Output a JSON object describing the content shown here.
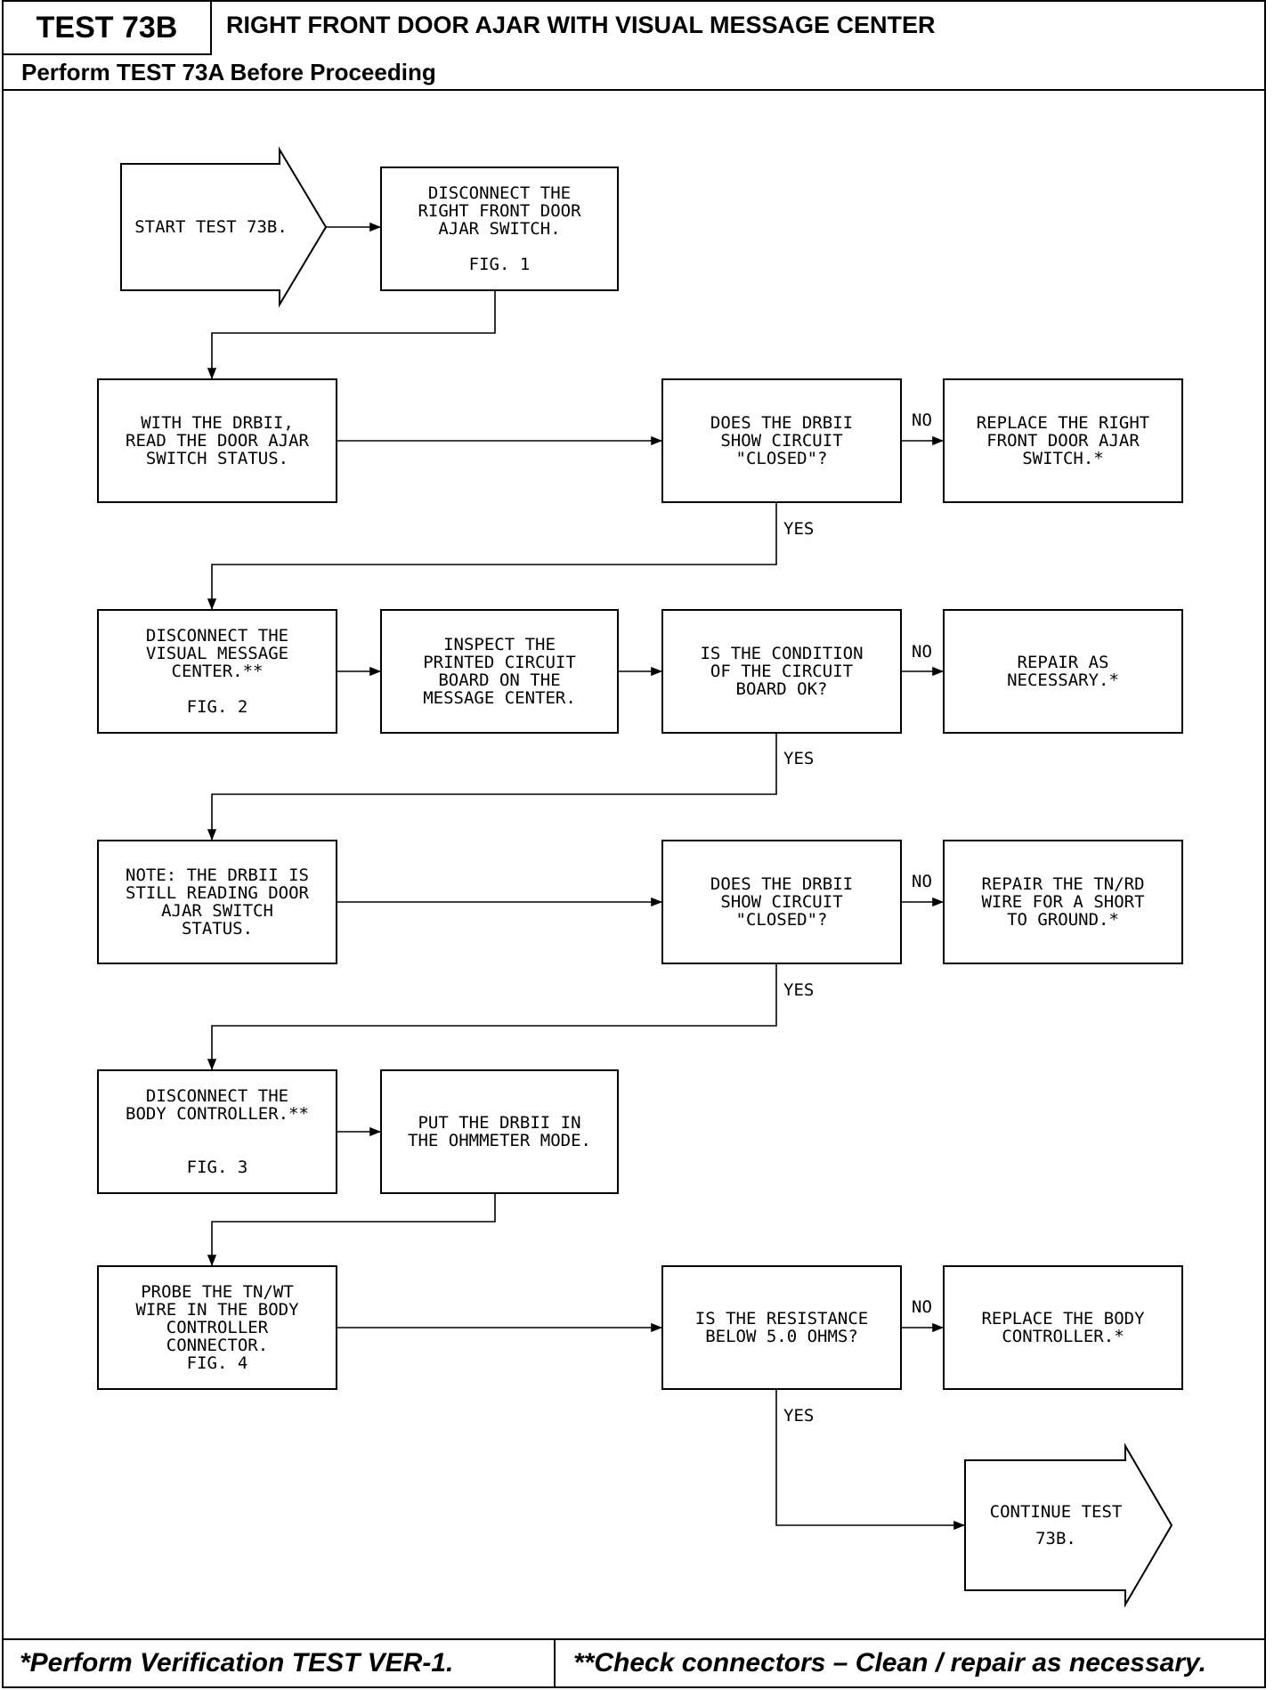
{
  "header": {
    "test_label": "TEST 73B",
    "title": "RIGHT FRONT DOOR AJAR WITH VISUAL MESSAGE CENTER",
    "subtitle": "Perform TEST 73A Before Proceeding"
  },
  "flowchart": {
    "start": [
      "START TEST 73B."
    ],
    "disconnect_switch": [
      "DISCONNECT THE",
      "RIGHT FRONT DOOR",
      "AJAR SWITCH.",
      "",
      "FIG. 1"
    ],
    "read_status": [
      "WITH THE DRBII,",
      "READ THE DOOR AJAR",
      "SWITCH STATUS."
    ],
    "q_closed_1": [
      "DOES THE DRBII",
      "SHOW CIRCUIT",
      "\"CLOSED\"?"
    ],
    "replace_switch": [
      "REPLACE THE RIGHT",
      "FRONT DOOR AJAR",
      "SWITCH.*"
    ],
    "disconnect_vmc": [
      "DISCONNECT THE",
      "VISUAL MESSAGE",
      "CENTER.**",
      "",
      "FIG. 2"
    ],
    "inspect_pcb": [
      "INSPECT THE",
      "PRINTED CIRCUIT",
      "BOARD ON THE",
      "MESSAGE CENTER."
    ],
    "q_board_ok": [
      "IS THE CONDITION",
      "OF THE CIRCUIT",
      "BOARD OK?"
    ],
    "repair_as_necessary": [
      "REPAIR AS",
      "NECESSARY.*"
    ],
    "note_reading": [
      "NOTE: THE DRBII IS",
      "STILL READING DOOR",
      "AJAR SWITCH",
      "STATUS."
    ],
    "q_closed_2": [
      "DOES THE DRBII",
      "SHOW CIRCUIT",
      "\"CLOSED\"?"
    ],
    "repair_wire": [
      "REPAIR THE TN/RD",
      "WIRE FOR A SHORT",
      "TO GROUND.*"
    ],
    "disconnect_body": [
      "DISCONNECT THE",
      "BODY CONTROLLER.**",
      "",
      "",
      "FIG. 3"
    ],
    "ohmmeter_mode": [
      "PUT THE DRBII IN",
      "THE OHMMETER MODE."
    ],
    "probe_wire": [
      "PROBE THE TN/WT",
      "WIRE IN THE BODY",
      "CONTROLLER",
      "CONNECTOR.",
      "FIG. 4"
    ],
    "q_resistance": [
      "IS THE RESISTANCE",
      "BELOW 5.0 OHMS?"
    ],
    "replace_body": [
      "REPLACE THE BODY",
      "CONTROLLER.*"
    ],
    "continue": [
      "CONTINUE TEST",
      "73B."
    ],
    "labels": {
      "yes": "YES",
      "no": "NO"
    }
  },
  "footer": {
    "left": "*Perform Verification TEST VER-1.",
    "right": "**Check connectors – Clean / repair as necessary."
  }
}
